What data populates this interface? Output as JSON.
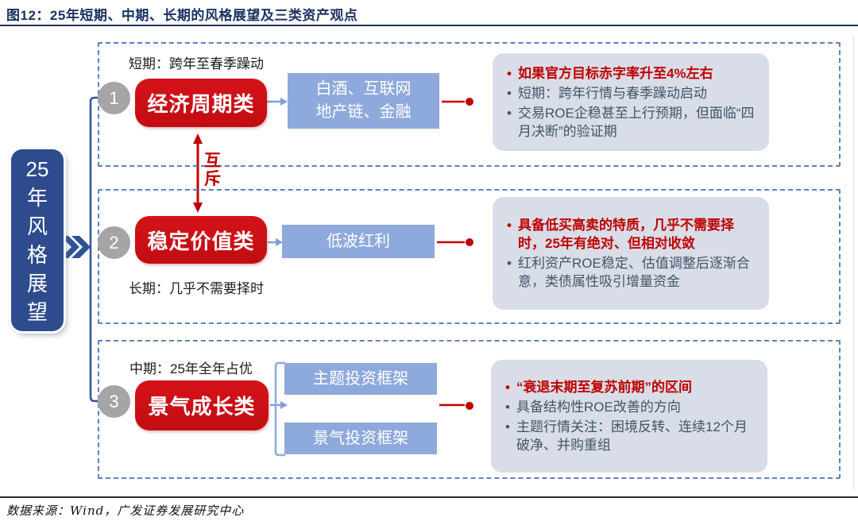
{
  "title": "图12：25年短期、中期、长期的风格展望及三类资产观点",
  "source": "数据来源：Wind，广发证券发展研究中心",
  "left_box": {
    "chars": [
      "25",
      "年",
      "风",
      "格",
      "展",
      "望"
    ]
  },
  "relation": {
    "chars": [
      "互",
      "斥"
    ]
  },
  "ui": {
    "bullet": "•"
  },
  "colors": {
    "title_navy": "#1B3361",
    "sidebar_navy": "#2E4C8D",
    "category_red": "#CE1118",
    "emphasis_red": "#C00000",
    "asset_blue": "#8EA9DB",
    "panel_border_blue": "#5B82BD",
    "note_gray": "#D8DDE7",
    "number_circle_gray": "#A5A5A5",
    "body_text": "#44546A"
  },
  "panels": [
    {
      "number": "1",
      "period_label": "短期：跨年至春季躁动",
      "category": "经济周期类",
      "asset_lines": [
        "白酒、互联网",
        "地产链、金融"
      ],
      "points": [
        {
          "text": "如果官方目标赤字率升至4%左右",
          "emphasis": true
        },
        {
          "text": "短期：跨年行情与春季躁动启动",
          "emphasis": false
        },
        {
          "text": "交易ROE企稳甚至上行预期，但面临“四月决断”的验证期",
          "emphasis": false
        }
      ]
    },
    {
      "number": "2",
      "period_label": "长期：几乎不需要择时",
      "category": "稳定价值类",
      "asset": "低波红利",
      "points": [
        {
          "text": "具备低买高卖的特质，几乎不需要择时，25年有绝对、但相对收敛",
          "emphasis": true
        },
        {
          "text": "红利资产ROE稳定、估值调整后逐渐合意，类债属性吸引增量资金",
          "emphasis": false
        }
      ]
    },
    {
      "number": "3",
      "period_label": "中期：25年全年占优",
      "category": "景气成长类",
      "frameworks": [
        "主题投资框架",
        "景气投资框架"
      ],
      "points": [
        {
          "text": "“衰退末期至复苏前期”的区间",
          "emphasis": true
        },
        {
          "text": "具备结构性ROE改善的方向",
          "emphasis": false
        },
        {
          "text": "主题行情关注：困境反转、连续12个月破净、并购重组",
          "emphasis": false
        }
      ]
    }
  ]
}
